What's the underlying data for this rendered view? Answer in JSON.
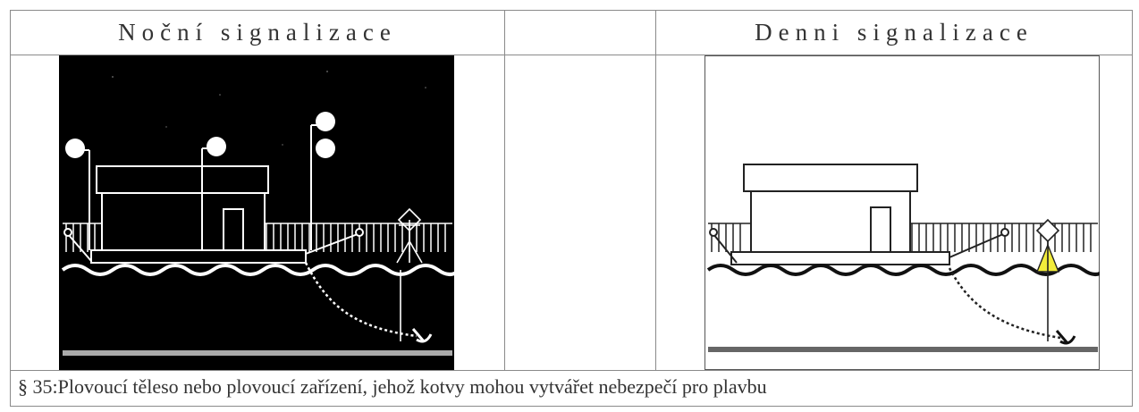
{
  "table": {
    "header_night": "Noční signalizace",
    "header_middle": "",
    "header_day": "Denni signalizace",
    "caption": "§ 35:Plovoucí těleso nebo plovoucí zařízení, jehož kotvy mohou vytvářet nebezpečí pro plavbu"
  },
  "colors": {
    "night_background": "#000000",
    "day_background": "#ffffff",
    "buoy_yellow": "#f2ec3a",
    "border": "#8a8a8a"
  },
  "figures": {
    "night": {
      "lights": "white",
      "signal": "buoy-light-icon"
    },
    "day": {
      "signal": "yellow-cone-buoy-icon"
    }
  }
}
